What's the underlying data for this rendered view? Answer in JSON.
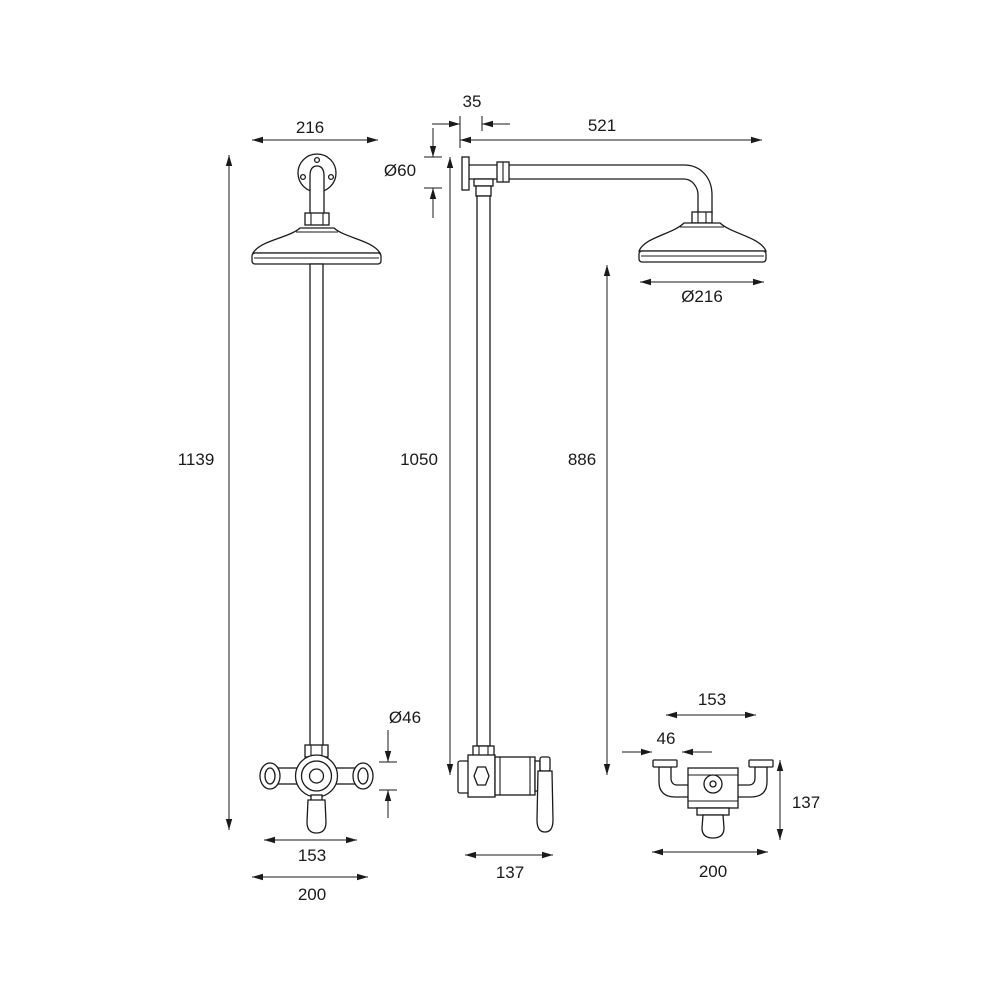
{
  "front_view": {
    "shower_head_width": "216",
    "overall_height": "1139",
    "inlet_centres": "153",
    "valve_width": "200",
    "valve_diameter": "Ø46"
  },
  "side_view": {
    "wall_offset": "35",
    "arm_projection": "521",
    "wall_plate_diameter": "Ø60",
    "riser_height": "1050",
    "head_to_valve": "886",
    "shower_head_diameter": "Ø216",
    "valve_depth": "137"
  },
  "top_view": {
    "inlet_centres": "153",
    "inlet_diameter": "46",
    "projection": "137",
    "width": "200"
  },
  "colors": {
    "line": "#1a1a1a",
    "background": "#ffffff"
  }
}
